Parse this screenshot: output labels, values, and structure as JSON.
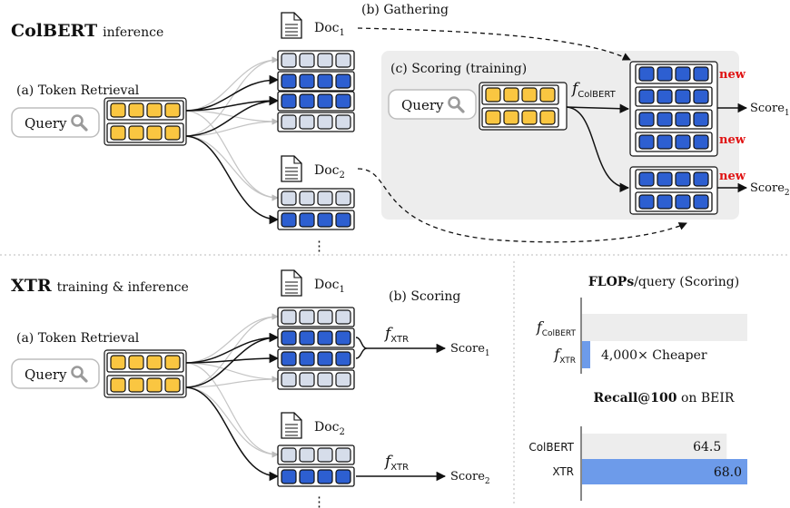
{
  "colbert": {
    "title_bold": "ColBERT",
    "title_suffix": "inference",
    "token_retrieval": "(a) Token Retrieval",
    "gathering": "(b) Gathering",
    "scoring": "(c) Scoring (training)",
    "query": "Query",
    "doc1": "Doc",
    "doc1_sub": "1",
    "doc2": "Doc",
    "doc2_sub": "2",
    "f_main": "f",
    "f_sub": "ColBERT",
    "score1": "Score",
    "score1_sub": "1",
    "score2": "Score",
    "score2_sub": "2",
    "new": "new",
    "ellipsis": "⋮"
  },
  "xtr": {
    "title_bold": "XTR",
    "title_suffix": "training & inference",
    "token_retrieval": "(a) Token Retrieval",
    "scoring": "(b) Scoring",
    "query": "Query",
    "doc1": "Doc",
    "doc1_sub": "1",
    "doc2": "Doc",
    "doc2_sub": "2",
    "f_main": "f",
    "f_sub": "XTR",
    "score1": "Score",
    "score1_sub": "1",
    "score2": "Score",
    "score2_sub": "2",
    "ellipsis": "⋮"
  },
  "flops_chart": {
    "title_bold": "FLOPs",
    "title_rest": "/query (Scoring)",
    "rows": [
      {
        "label_main": "f",
        "label_sub": "ColBERT",
        "value_text": ""
      },
      {
        "label_main": "f",
        "label_sub": "XTR",
        "value_text": "4,000× Cheaper"
      }
    ]
  },
  "recall_chart": {
    "title_bold": "Recall@100",
    "title_rest": " on BEIR",
    "rows": [
      {
        "label": "ColBERT",
        "value_text": "64.5"
      },
      {
        "label": "XTR",
        "value_text": "68.0"
      }
    ]
  },
  "chart_data": [
    {
      "type": "bar",
      "title": "FLOPs/query (Scoring)",
      "categories": [
        "fColBERT",
        "fXTR"
      ],
      "values": [
        4000,
        1
      ]
    },
    {
      "type": "bar",
      "title": "Recall@100 on BEIR",
      "categories": [
        "ColBERT",
        "XTR"
      ],
      "values": [
        64.5,
        68.0
      ]
    }
  ],
  "colors": {
    "yellow": "#FAC641",
    "blue": "#2D5FD1",
    "lightblue": "#D6DDEA",
    "panel": "#EDEDED",
    "bar_gray": "#EDEDED",
    "bar_blue": "#6D9BEA",
    "red": "#E01212"
  }
}
